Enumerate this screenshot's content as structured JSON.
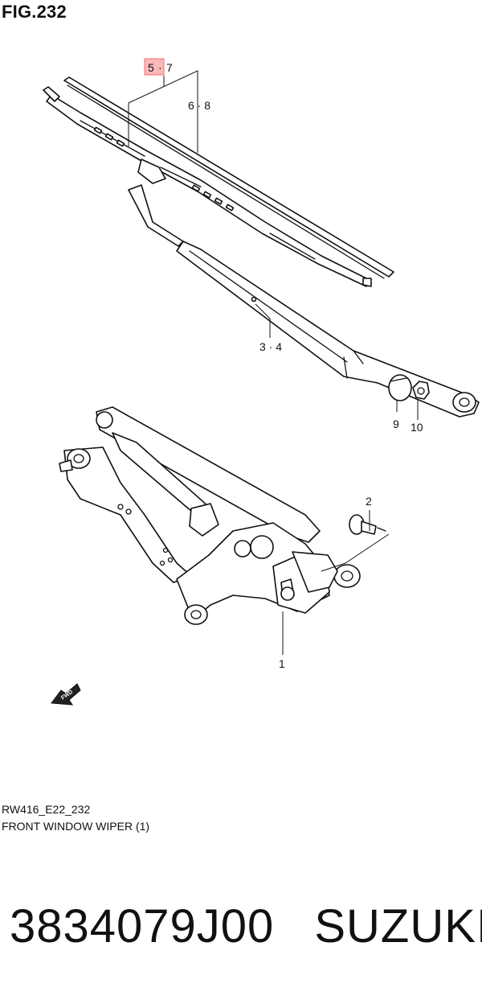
{
  "figure": {
    "title": "FIG.232",
    "model_code": "RW416_E22_232",
    "caption": "FRONT WINDOW WIPER (1)"
  },
  "callouts": {
    "c57_a": "5",
    "c57_sep": "·",
    "c57_b": "7",
    "c68": "6 · 8",
    "c34": "3 · 4",
    "c9": "9",
    "c10": "10",
    "c2": "2",
    "c1": "1",
    "fwd": "FWD"
  },
  "highlight_color": "#f7b9b9",
  "footer": {
    "part_number": "3834079J00",
    "brand": "SUZUKI"
  }
}
